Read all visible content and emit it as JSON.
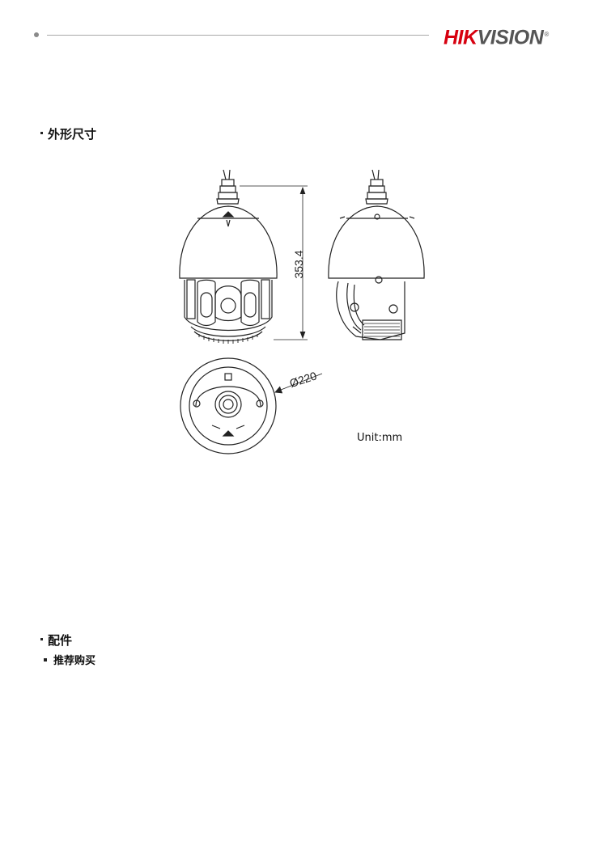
{
  "header": {
    "brand_red": "HIK",
    "brand_grey": "VISION",
    "brand_mark": "®",
    "colors": {
      "brand_red": "#d7000f",
      "brand_grey": "#555555",
      "rule": "#a8a8a8"
    }
  },
  "sections": {
    "dimensions": {
      "title": "外形尺寸"
    },
    "accessories": {
      "title": "配件",
      "items": [
        "推荐购买"
      ]
    }
  },
  "drawing": {
    "height_dim": "353.4",
    "diameter_dim": "Ø220",
    "unit": "Unit:mm"
  }
}
